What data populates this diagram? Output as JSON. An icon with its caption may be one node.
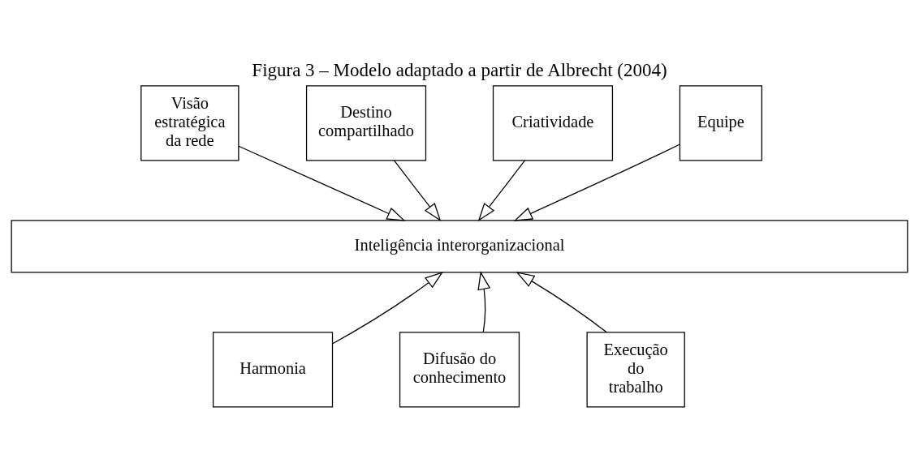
{
  "diagram": {
    "title": "Figura 3 – Modelo adaptado a partir de Albrecht (2004)",
    "nodes": [
      {
        "text": [
          "Visão estratégica da rede"
        ]
      },
      {
        "text": [
          "Destino compartilhado"
        ]
      },
      {
        "text": [
          "Criatividade"
        ]
      },
      {
        "text": [
          "Equipe"
        ]
      },
      {
        "text": [
          "Inteligência interorganizacional"
        ]
      },
      {
        "text": [
          "Harmonia"
        ]
      },
      {
        "text": [
          "Difusão do conhecimento"
        ]
      },
      {
        "text": [
          "Execução do trabalho"
        ]
      }
    ],
    "edges": [
      {
        "from": 0,
        "to": 4,
        "arrow": "to"
      },
      {
        "from": 1,
        "to": 4,
        "arrow": "to"
      },
      {
        "from": 2,
        "to": 4,
        "arrow": "to"
      },
      {
        "from": 3,
        "to": 4,
        "arrow": "to"
      },
      {
        "from": 5,
        "to": 4,
        "arrow": "to"
      },
      {
        "from": 6,
        "to": 4,
        "arrow": "to"
      },
      {
        "from": 7,
        "to": 4,
        "arrow": "to"
      }
    ]
  }
}
